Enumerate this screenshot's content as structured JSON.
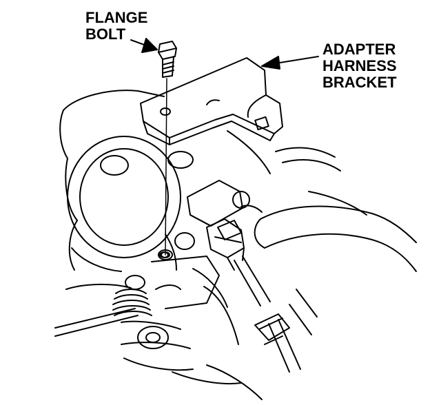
{
  "callouts": {
    "flange_bolt": [
      "FLANGE",
      "BOLT"
    ],
    "adapter_bracket": [
      "ADAPTER",
      "HARNESS",
      "BRACKET"
    ]
  },
  "colors": {
    "ink": "#000000",
    "paper": "#ffffff"
  }
}
